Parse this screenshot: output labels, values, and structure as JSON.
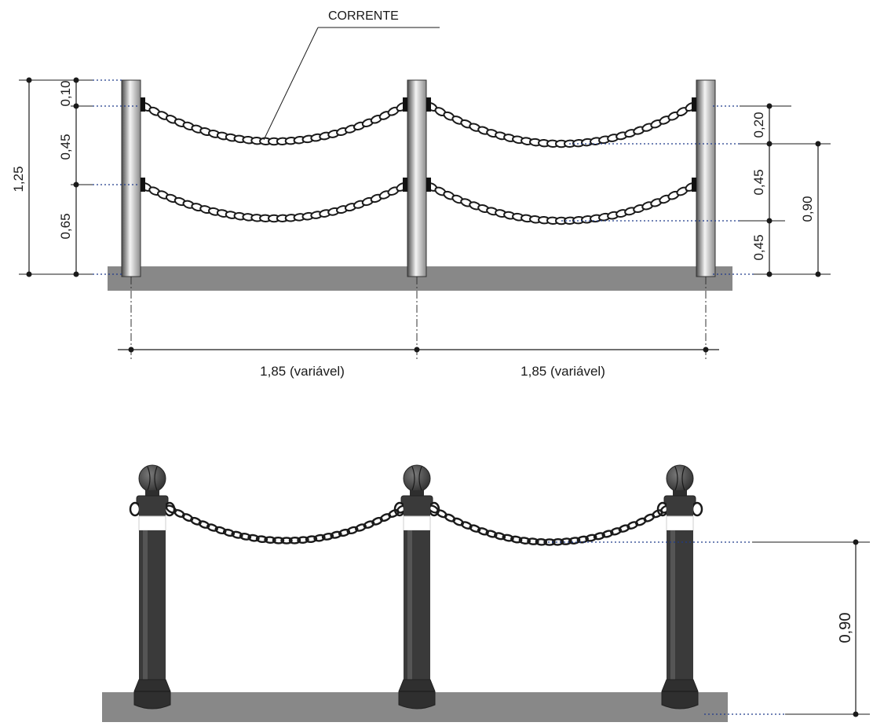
{
  "colors": {
    "ground": "#888888",
    "post_dark": "#4a4a4a",
    "post_light": "#f4f4f4",
    "dimension_line": "#1a1a1a",
    "dotted_reference": "#1f3a8a",
    "reflective_band": "#ffffff"
  },
  "top_view": {
    "callout_label": "CORRENTE",
    "left_dimensions": {
      "total": "1,25",
      "top_offset": "0,10",
      "chain_spacing": "0,45",
      "bottom_height": "0,65"
    },
    "right_dimensions": {
      "sag": "0,20",
      "chain_spacing": "0,45",
      "bottom_height": "0,45",
      "lower_total": "0,90"
    },
    "spans": [
      "1,85 (variável)",
      "1,85 (variável)"
    ]
  },
  "bottom_view": {
    "height_dimension": "0,90"
  }
}
